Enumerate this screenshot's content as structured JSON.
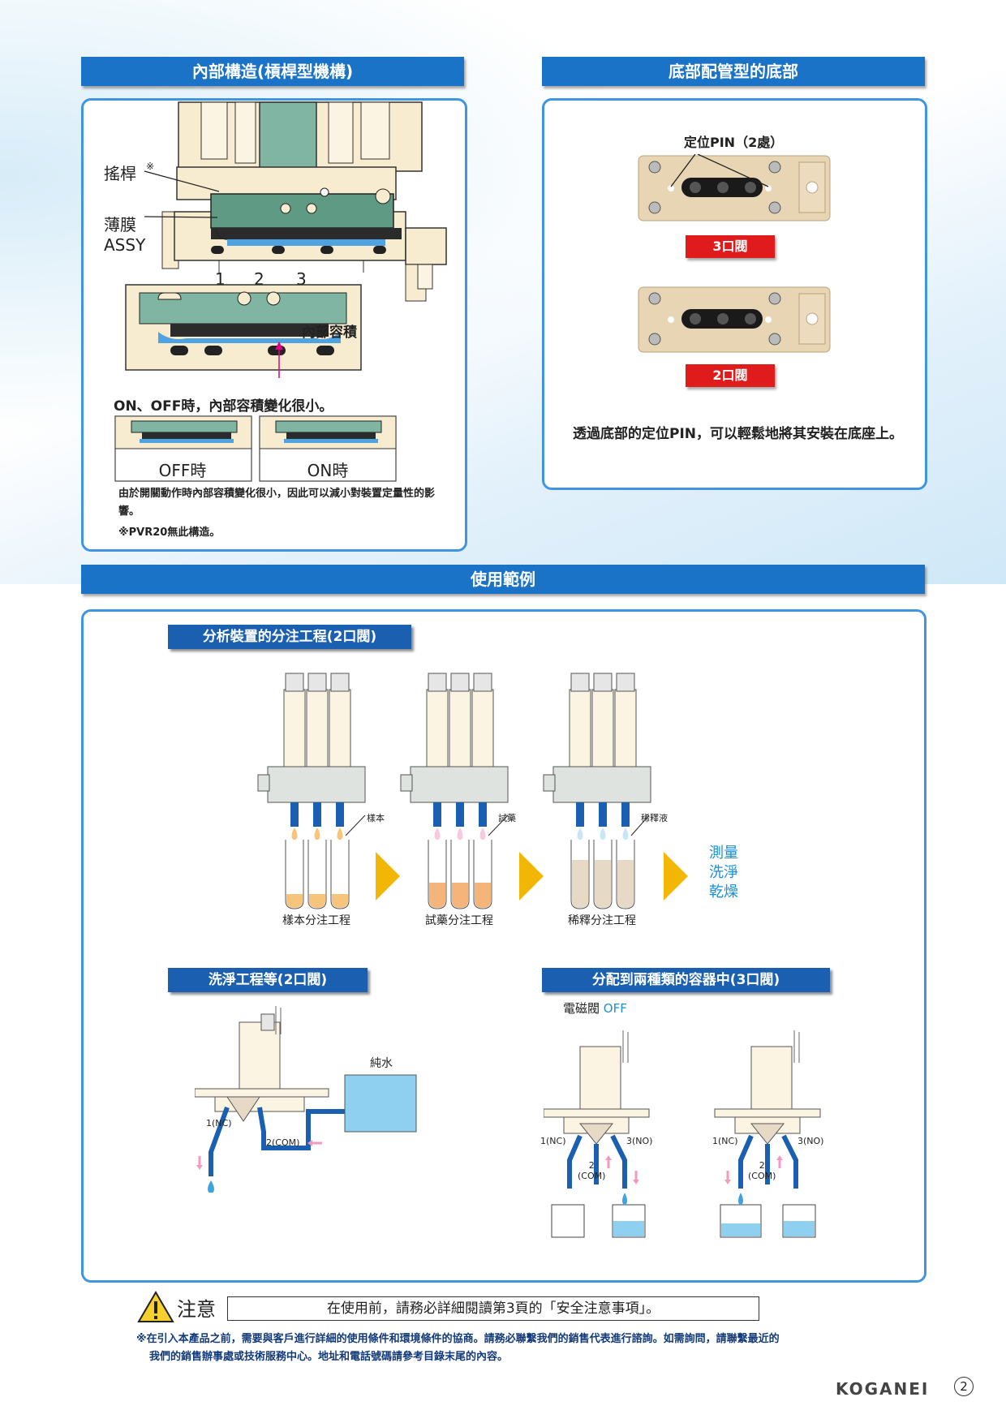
{
  "sections": {
    "internal_structure": {
      "title": "內部構造(槓桿型機構)",
      "labels": {
        "lever": "搖桿",
        "lever_mark": "※",
        "diaphragm": "薄膜",
        "assy": "ASSY",
        "port1": "1",
        "port2": "2",
        "port3": "3",
        "internal_volume": "內部容積"
      },
      "headline": "ON、OFF時，內部容積變化很小。",
      "off_label": "OFF時",
      "on_label": "ON時",
      "note": "由於開關動作時內部容積變化很小，因此可以減小對裝置定量性的影響。",
      "footnote": "※PVR20無此構造。"
    },
    "bottom_piping": {
      "title": "底部配管型的底部",
      "pin_label": "定位PIN（2處）",
      "badge_3port": "3口閥",
      "badge_2port": "2口閥",
      "description": "透過底部的定位PIN，可以輕鬆地將其安裝在底座上。"
    },
    "usage": {
      "title": "使用範例",
      "dispensing": {
        "title": "分析裝置的分注工程(2口閥)",
        "liquid_labels": [
          "樣本",
          "試藥",
          "稀釋液"
        ],
        "step_labels": [
          "樣本分注工程",
          "試藥分注工程",
          "稀釋分注工程"
        ],
        "final_steps": [
          "測量",
          "洗淨",
          "乾燥"
        ]
      },
      "washing": {
        "title": "洗淨工程等(2口閥)",
        "port_nc": "1(NC)",
        "port_com": "2(COM)",
        "tank_label": "純水"
      },
      "distribution": {
        "title": "分配到兩種類的容器中(3口閥)",
        "status_prefix": "電磁閥",
        "status_value": "OFF",
        "port_nc": "1(NC)",
        "port_no": "3(NO)",
        "port_com_num": "2",
        "port_com": "(COM)"
      }
    }
  },
  "caution": {
    "icon": "warning-triangle-icon",
    "label": "注意",
    "text": "在使用前，請務必詳細閱讀第3頁的「安全注意事項」。",
    "footnote_line1": "※在引入本產品之前，需要與客戶進行詳細的使用條件和環境條件的協商。請務必聯繫我們的銷售代表進行諮詢。如需詢問，請聯繫最近的",
    "footnote_line2": "我們的銷售辦事處或技術服務中心。地址和電話號碼請參考目錄末尾的內容。"
  },
  "footer": {
    "brand": "KOGANEI",
    "page_number": "2"
  },
  "colors": {
    "banner": "#1a73c6",
    "subbanner": "#1a5fb0",
    "panel_border": "#3f95e0",
    "red_badge": "#e01b1b",
    "arrow_yellow": "#f2b705",
    "water": "#8fd0f0",
    "final_step_text": "#1a8fd6"
  }
}
